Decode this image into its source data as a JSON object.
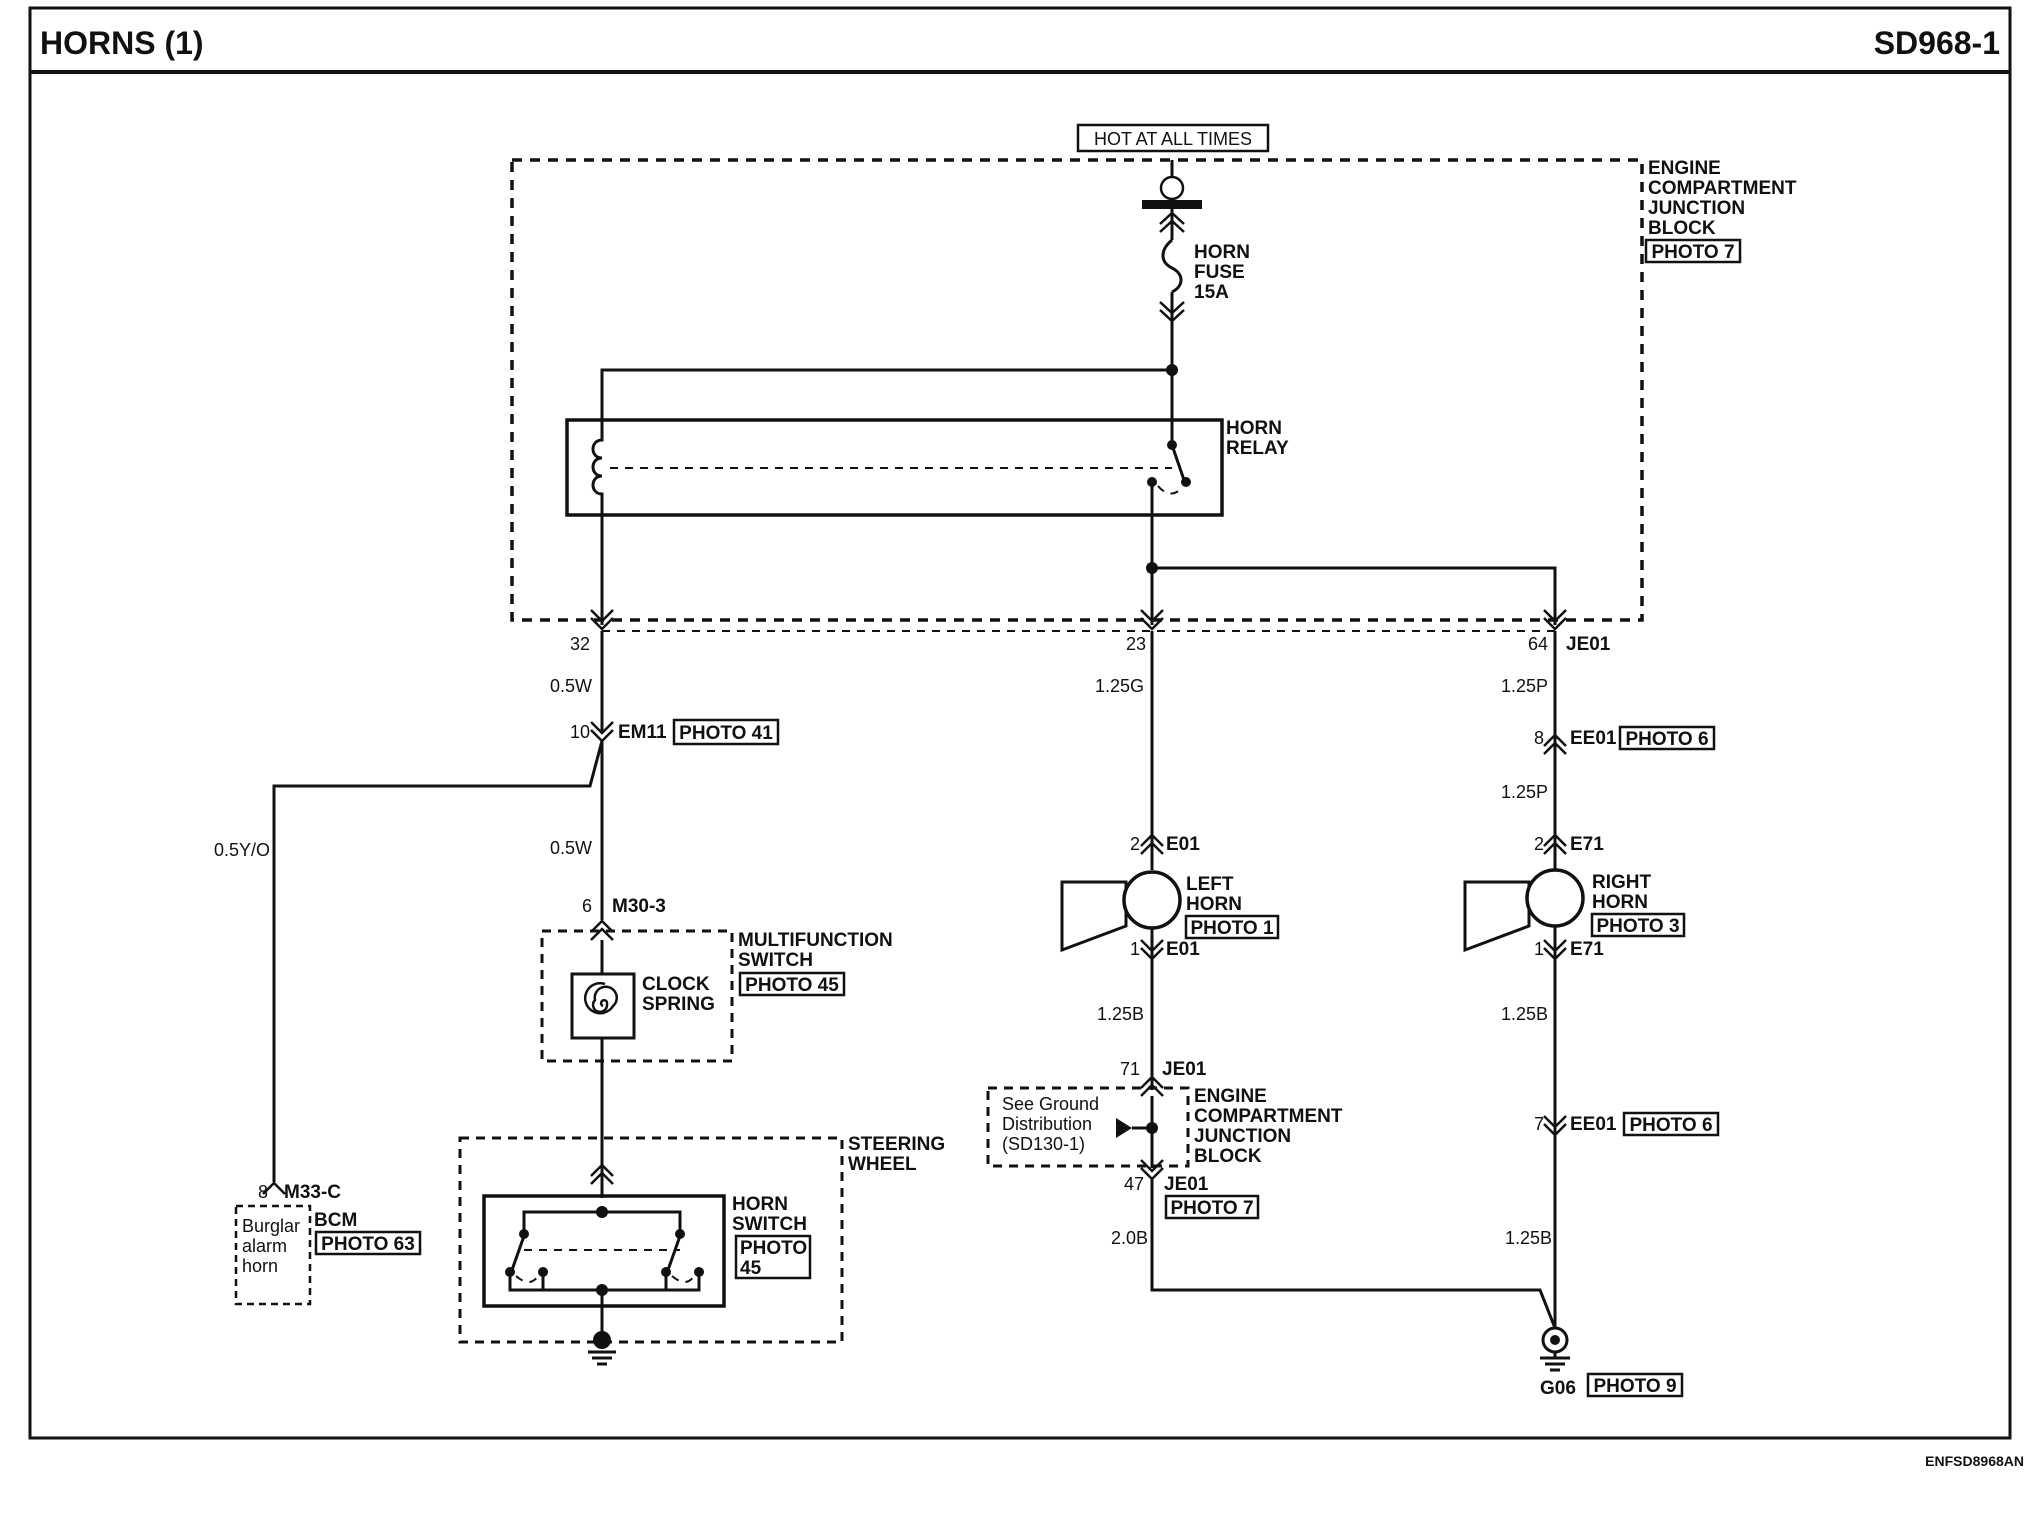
{
  "header": {
    "title": "HORNS (1)",
    "code": "SD968-1"
  },
  "footer": {
    "code": "ENFSD8968AN"
  },
  "power": {
    "label": "HOT AT ALL TIMES"
  },
  "ecjb": {
    "lines": [
      "ENGINE",
      "COMPARTMENT",
      "JUNCTION",
      "BLOCK"
    ],
    "photo": "PHOTO 7",
    "connector": "JE01"
  },
  "fuse": {
    "lines": [
      "HORN",
      "FUSE",
      "15A"
    ]
  },
  "relay": {
    "lines": [
      "HORN",
      "RELAY"
    ]
  },
  "pins": {
    "p32": "32",
    "p23": "23",
    "p64": "64",
    "p10": "10",
    "p6": "6",
    "p8bcm": "8",
    "p8ee": "8",
    "p2l": "2",
    "p1l": "1",
    "p2r": "2",
    "p1r": "1",
    "p71": "71",
    "p47": "47",
    "p7": "7"
  },
  "wires": {
    "w05w_a": "0.5W",
    "w05w_b": "0.5W",
    "w05yo": "0.5Y/O",
    "w125g": "1.25G",
    "w125p_a": "1.25P",
    "w125p_b": "1.25P",
    "w125b_l": "1.25B",
    "w20b": "2.0B",
    "w125b_r1": "1.25B",
    "w125b_r2": "1.25B"
  },
  "connectors": {
    "em11": "EM11",
    "em11_photo": "PHOTO 41",
    "m303": "M30-3",
    "m33c": "M33-C",
    "ee01a": "EE01",
    "ee01a_photo": "PHOTO 6",
    "e01a": "E01",
    "e01b": "E01",
    "e71a": "E71",
    "e71b": "E71",
    "je01a": "JE01",
    "je01b": "JE01",
    "je01b_photo": "PHOTO 7",
    "ee01b": "EE01",
    "ee01b_photo": "PHOTO 6"
  },
  "multifunction": {
    "lines": [
      "MULTIFUNCTION",
      "SWITCH"
    ],
    "photo": "PHOTO 45"
  },
  "clock_spring": {
    "lines": [
      "CLOCK",
      "SPRING"
    ]
  },
  "steering": {
    "lines": [
      "STEERING",
      "WHEEL"
    ]
  },
  "horn_switch": {
    "lines": [
      "HORN",
      "SWITCH"
    ],
    "photo_lines": [
      "PHOTO",
      "45"
    ]
  },
  "bcm": {
    "label": "BCM",
    "photo": "PHOTO 63",
    "inner": [
      "Burglar",
      "alarm",
      "horn"
    ]
  },
  "left_horn": {
    "lines": [
      "LEFT",
      "HORN"
    ],
    "photo": "PHOTO 1"
  },
  "right_horn": {
    "lines": [
      "RIGHT",
      "HORN"
    ],
    "photo": "PHOTO 3"
  },
  "ground_ref": {
    "lines": [
      "See Ground",
      "Distribution",
      "(SD130-1)"
    ]
  },
  "ecjb2": {
    "lines": [
      "ENGINE",
      "COMPARTMENT",
      "JUNCTION",
      "BLOCK"
    ]
  },
  "ground": {
    "label": "G06",
    "photo": "PHOTO 9"
  }
}
